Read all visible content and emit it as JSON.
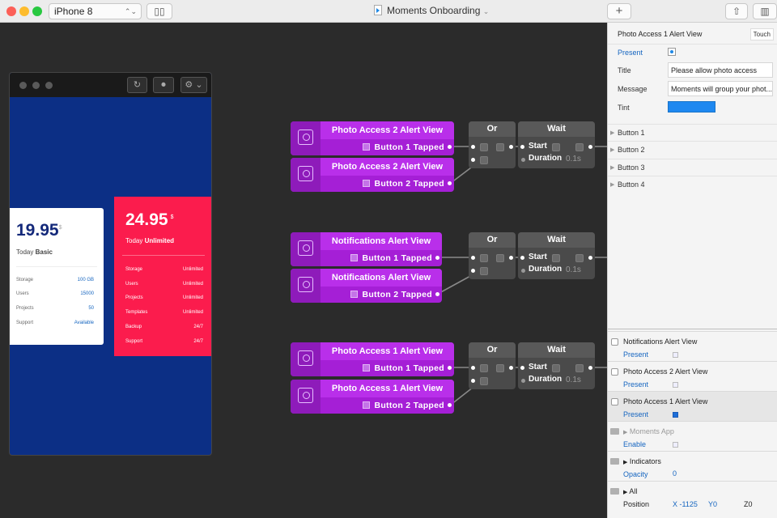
{
  "toolbar": {
    "device": "iPhone 8",
    "document_title": "Moments Onboarding",
    "title_caret": "⌄",
    "add_label": "+",
    "share_label": "⇧",
    "layout_label": "▥"
  },
  "phone": {
    "toolbar": {
      "reload_icon": "↻",
      "record_icon": "⏺",
      "settings_icon": "⚙ ⌄"
    },
    "basic": {
      "price": "19.95",
      "currency": "$",
      "plan_prefix": "Today",
      "plan_name": "Basic",
      "rows": [
        {
          "label": "Storage",
          "value": "100 GB"
        },
        {
          "label": "Users",
          "value": "15000"
        },
        {
          "label": "Projects",
          "value": "50"
        },
        {
          "label": "Support",
          "value": "Available"
        }
      ]
    },
    "unlimited": {
      "price": "24.95",
      "currency": "$",
      "plan_prefix": "Today",
      "plan_name": "Unlimited",
      "rows": [
        {
          "label": "Storage",
          "value": "Unlimited"
        },
        {
          "label": "Users",
          "value": "Unlimited"
        },
        {
          "label": "Projects",
          "value": "Unlimited"
        },
        {
          "label": "Templates",
          "value": "Unlimited"
        },
        {
          "label": "Backup",
          "value": "24/7"
        },
        {
          "label": "Support",
          "value": "24/7"
        }
      ]
    }
  },
  "patches": [
    {
      "alert_title": "Photo Access 2 Alert View",
      "port1": "Button 1 Tapped",
      "port2": "Button 2 Tapped",
      "or": "Or",
      "wait": "Wait",
      "start": "Start",
      "duration": "Duration",
      "duration_value": "0.1s"
    },
    {
      "alert_title": "Notifications Alert View",
      "port1": "Button 1 Tapped",
      "port2": "Button 2 Tapped",
      "or": "Or",
      "wait": "Wait",
      "start": "Start",
      "duration": "Duration",
      "duration_value": "0.1s"
    },
    {
      "alert_title": "Photo Access 1 Alert View",
      "port1": "Button 1 Tapped",
      "port2": "Button 2 Tapped",
      "or": "Or",
      "wait": "Wait",
      "start": "Start",
      "duration": "Duration",
      "duration_value": "0.1s"
    }
  ],
  "inspector": {
    "header": "Photo Access 1 Alert View",
    "touch_label": "Touch",
    "present_label": "Present",
    "title_label": "Title",
    "title_value": "Please allow photo access",
    "message_label": "Message",
    "message_value": "Moments will group your phot...",
    "tint_label": "Tint",
    "tint_color": "#1e88f0",
    "buttons": [
      "Button 1",
      "Button 2",
      "Button 3",
      "Button 4"
    ]
  },
  "layers": [
    {
      "name": "Notifications Alert View",
      "prop": "Present",
      "value": ""
    },
    {
      "name": "Photo Access 2 Alert View",
      "prop": "Present",
      "value": ""
    },
    {
      "name": "Photo Access 1 Alert View",
      "prop": "Present",
      "value": ""
    },
    {
      "name": "Moments App",
      "prop": "Enable",
      "value": ""
    },
    {
      "name": "Indicators",
      "prop": "Opacity",
      "value": "0"
    },
    {
      "name": "All",
      "prop": "Position",
      "x": "X -1125",
      "y": "Y0",
      "z": "Z0"
    }
  ],
  "colors": {
    "accent": "#a51fd6",
    "accent_header": "#b92fea",
    "panel": "#f4f4f4",
    "link": "#1565c0",
    "unlimited_card": "#fb1c4d",
    "phone_bg": "#0c2f85"
  }
}
